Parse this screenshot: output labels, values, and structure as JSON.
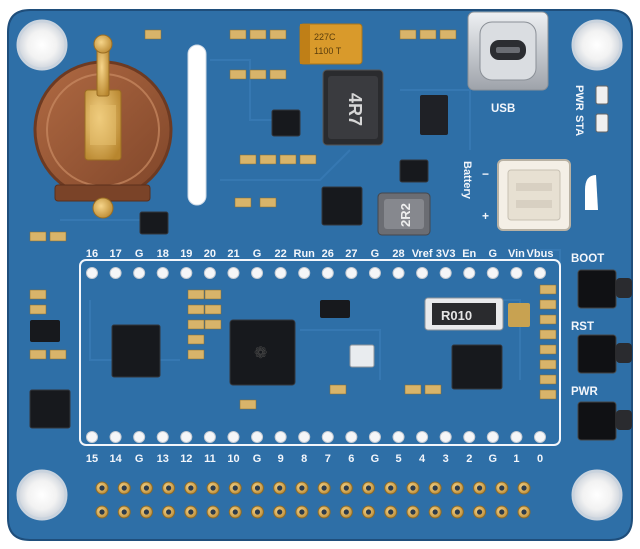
{
  "image": {
    "subject": "Blue PCB HAT board",
    "colors": {
      "pcb": "#2e6fa7",
      "pcb_dark": "#235a8c",
      "silk": "#f3f6fb",
      "gold": "#d2a84e",
      "chip": "#17191d",
      "usb_metal": "#c9ccd1",
      "battery_holder": "#9b5a36",
      "capacitor": "#d99a2b",
      "connector_white": "#f4efe6"
    }
  },
  "silkscreen": {
    "top_pin_labels": [
      "16",
      "17",
      "G",
      "18",
      "19",
      "20",
      "21",
      "G",
      "22",
      "Run",
      "26",
      "27",
      "G",
      "28",
      "Vref",
      "3V3",
      "En",
      "G",
      "Vin",
      "Vbus"
    ],
    "bottom_pin_labels": [
      "15",
      "14",
      "G",
      "13",
      "12",
      "11",
      "10",
      "G",
      "9",
      "8",
      "7",
      "6",
      "G",
      "5",
      "4",
      "3",
      "2",
      "G",
      "1",
      "0"
    ],
    "usb_label": "USB",
    "pwr_label": "PWR",
    "sta_label": "STA",
    "battery_label": "Battery",
    "button_labels": {
      "boot": "BOOT",
      "rst": "RST",
      "pwr": "PWR"
    }
  },
  "components": {
    "inductor_large": "4R7",
    "inductor_small": "2R2",
    "capacitor_code_1": "227C",
    "capacitor_code_2": "1100 T",
    "resistor_shunt": "R010"
  }
}
